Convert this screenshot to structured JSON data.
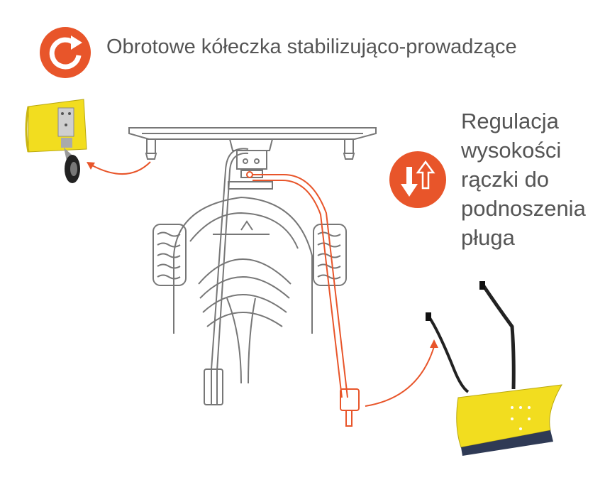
{
  "header": {
    "title": "Obrotowe kółeczka stabilizująco-prowadzące",
    "rotate_icon": "rotate-arrow-icon"
  },
  "height_adjust": {
    "lines": [
      "Regulacja",
      "wysokości",
      "rączki do",
      "podnoszenia",
      "pługa"
    ],
    "icon": "up-down-arrows-icon"
  },
  "colors": {
    "accent": "#e8552a",
    "text": "#555555",
    "outline": "#777777",
    "plow_yellow": "#f2dd1f"
  }
}
